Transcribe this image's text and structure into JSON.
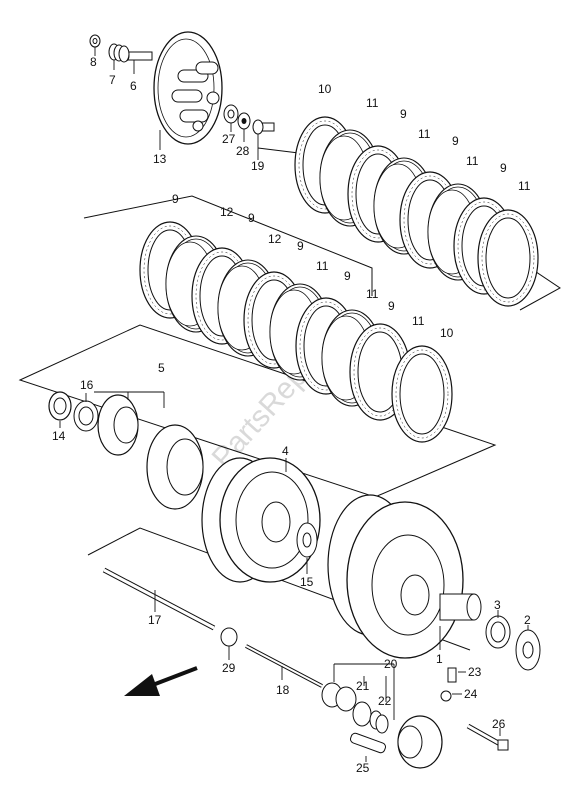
{
  "diagram": {
    "watermark": "PartsRepublik",
    "parts": [
      {
        "id": "p8",
        "label": "8"
      },
      {
        "id": "p7",
        "label": "7"
      },
      {
        "id": "p6",
        "label": "6"
      },
      {
        "id": "p13",
        "label": "13"
      },
      {
        "id": "p27",
        "label": "27"
      },
      {
        "id": "p28",
        "label": "28"
      },
      {
        "id": "p19",
        "label": "19"
      },
      {
        "id": "p10a",
        "label": "10"
      },
      {
        "id": "p11a",
        "label": "11"
      },
      {
        "id": "p9a",
        "label": "9"
      },
      {
        "id": "p11b",
        "label": "11"
      },
      {
        "id": "p9b",
        "label": "9"
      },
      {
        "id": "p11c",
        "label": "11"
      },
      {
        "id": "p9c",
        "label": "9"
      },
      {
        "id": "p11d",
        "label": "11"
      },
      {
        "id": "p9d",
        "label": "9"
      },
      {
        "id": "p12a",
        "label": "12"
      },
      {
        "id": "p9e",
        "label": "9"
      },
      {
        "id": "p12b",
        "label": "12"
      },
      {
        "id": "p9f",
        "label": "9"
      },
      {
        "id": "p11e",
        "label": "11"
      },
      {
        "id": "p9g",
        "label": "9"
      },
      {
        "id": "p11f",
        "label": "11"
      },
      {
        "id": "p9h",
        "label": "9"
      },
      {
        "id": "p11g",
        "label": "11"
      },
      {
        "id": "p10b",
        "label": "10"
      },
      {
        "id": "p16",
        "label": "16"
      },
      {
        "id": "p14",
        "label": "14"
      },
      {
        "id": "p5",
        "label": "5"
      },
      {
        "id": "p4",
        "label": "4"
      },
      {
        "id": "p15",
        "label": "15"
      },
      {
        "id": "p17",
        "label": "17"
      },
      {
        "id": "p29",
        "label": "29"
      },
      {
        "id": "p18",
        "label": "18"
      },
      {
        "id": "p3",
        "label": "3"
      },
      {
        "id": "p2",
        "label": "2"
      },
      {
        "id": "p1",
        "label": "1"
      },
      {
        "id": "p20",
        "label": "20"
      },
      {
        "id": "p23",
        "label": "23"
      },
      {
        "id": "p24",
        "label": "24"
      },
      {
        "id": "p21",
        "label": "21"
      },
      {
        "id": "p22",
        "label": "22"
      },
      {
        "id": "p26",
        "label": "26"
      },
      {
        "id": "p25",
        "label": "25"
      }
    ]
  }
}
